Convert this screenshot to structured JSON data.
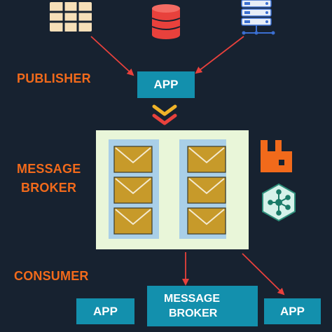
{
  "labels": {
    "publisher": "PUBLISHER",
    "message_broker_line1": "MESSAGE",
    "message_broker_line2": "BROKER",
    "consumer": "CONSUMER"
  },
  "publisher_app": {
    "label": "APP"
  },
  "consumer_boxes": {
    "left_app": "APP",
    "center_line1": "MESSAGE",
    "center_line2": "BROKER",
    "right_app": "APP"
  },
  "colors": {
    "background": "#172230",
    "accent_orange": "#f26a1b",
    "app_box": "#1390ad",
    "arrow_red": "#e8413c",
    "broker_panel": "#e9f6d9",
    "queue_column": "#a9cfe8",
    "envelope": "#c79a2a"
  },
  "icons": [
    "table-icon",
    "database-icon",
    "server-icon",
    "rabbitmq-icon",
    "kafka-icon",
    "envelope-icon",
    "chevron-down-icon"
  ]
}
